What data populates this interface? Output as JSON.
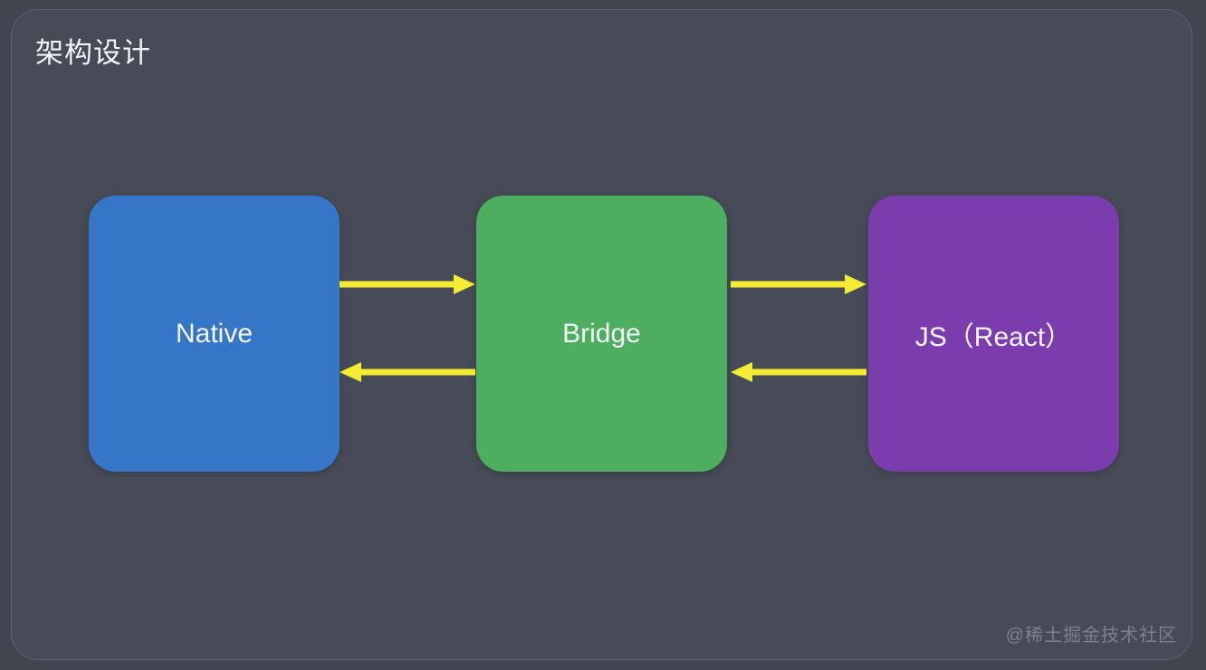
{
  "title": "架构设计",
  "watermark": "@稀土掘金技术社区",
  "diagram": {
    "nodes": [
      {
        "id": "native",
        "label": "Native",
        "color": "#3577c6"
      },
      {
        "id": "bridge",
        "label": "Bridge",
        "color": "#4dae60"
      },
      {
        "id": "js",
        "label": "JS（React）",
        "color": "#7b3cae"
      }
    ],
    "edges": [
      {
        "from": "native",
        "to": "bridge",
        "direction": "right"
      },
      {
        "from": "bridge",
        "to": "native",
        "direction": "left"
      },
      {
        "from": "bridge",
        "to": "js",
        "direction": "right"
      },
      {
        "from": "js",
        "to": "bridge",
        "direction": "left"
      }
    ],
    "arrow_color": "#f3ec33"
  },
  "colors": {
    "background": "#474b57",
    "frame_border": "#5c616d",
    "title_text": "#f2f4f7",
    "node_text": "#f4f6f9"
  }
}
